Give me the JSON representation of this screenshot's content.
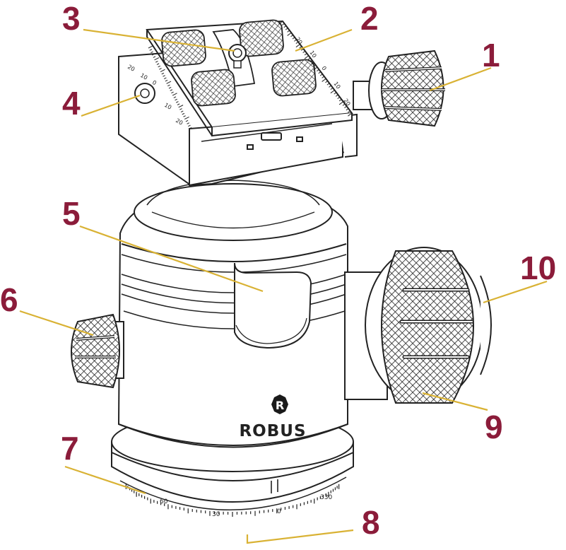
{
  "colors": {
    "callout_number": "#8b1c3a",
    "leader_line": "#d9b234",
    "outline": "#222222",
    "body_fill": "#ffffff"
  },
  "brand": {
    "logo_letter": "R",
    "name": "ROBUS"
  },
  "plate_scale_labels": [
    "20",
    "10",
    "0",
    "10",
    "20"
  ],
  "clamp_scale_labels": [
    "20",
    "10",
    "0",
    "10",
    "20"
  ],
  "pan_scale_labels": [
    "60",
    "30",
    "0",
    "330"
  ],
  "callouts": [
    {
      "id": "1",
      "label": "1"
    },
    {
      "id": "2",
      "label": "2"
    },
    {
      "id": "3",
      "label": "3"
    },
    {
      "id": "4",
      "label": "4"
    },
    {
      "id": "5",
      "label": "5"
    },
    {
      "id": "6",
      "label": "6"
    },
    {
      "id": "7",
      "label": "7"
    },
    {
      "id": "8",
      "label": "8"
    },
    {
      "id": "9",
      "label": "9"
    },
    {
      "id": "10",
      "label": "10"
    }
  ]
}
